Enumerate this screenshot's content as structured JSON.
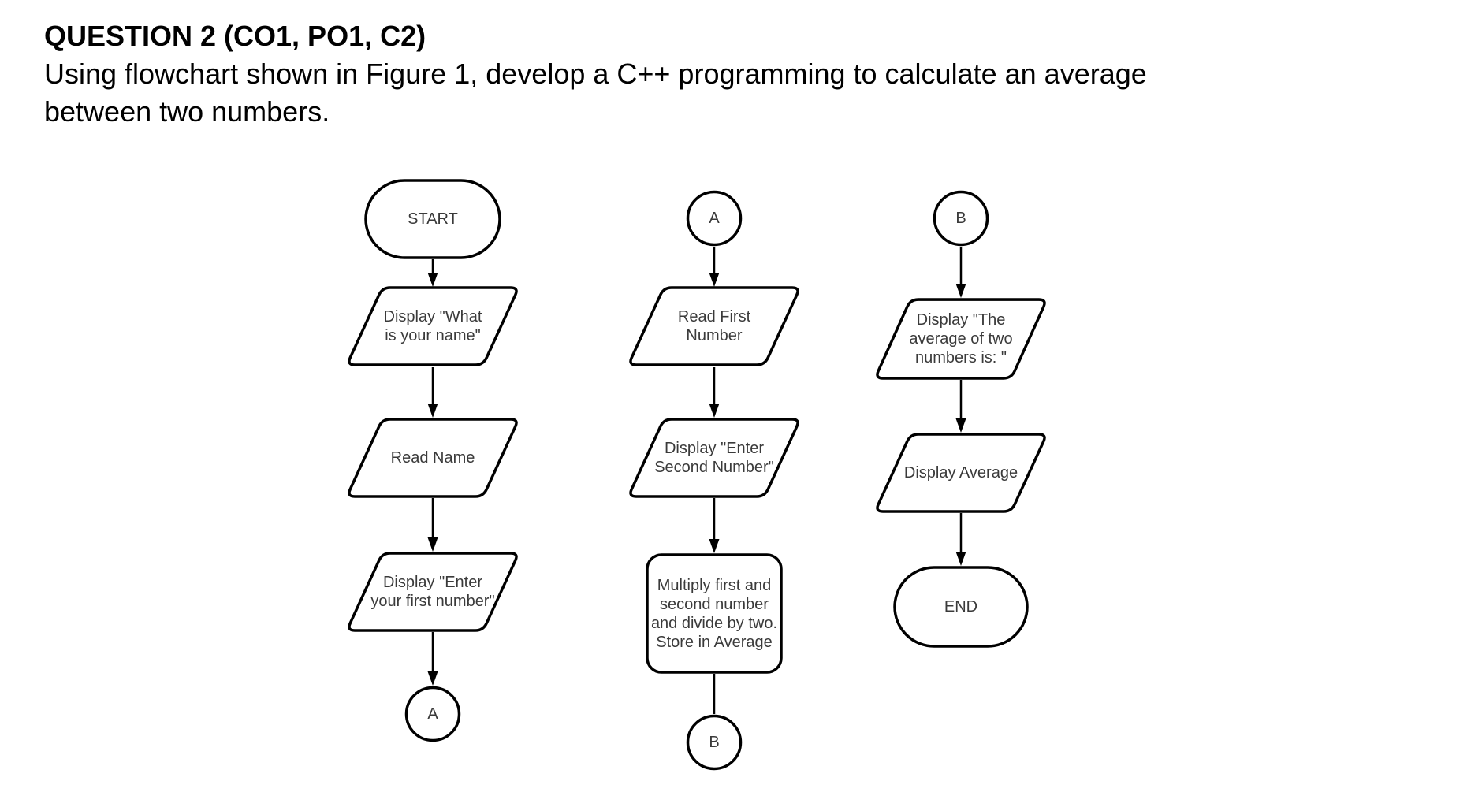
{
  "question": {
    "heading": "QUESTION 2 (CO1, PO1, C2)",
    "body": "Using flowchart shown in Figure 1, develop a C++ programming to calculate an average\nbetween two numbers."
  },
  "flowchart": {
    "col1": {
      "start": "START",
      "display_what_name": "Display \"What\nis your name\"",
      "read_name": "Read Name",
      "display_first_number": "Display \"Enter\nyour first number\"",
      "connector_a": "A"
    },
    "col2": {
      "connector_a": "A",
      "read_first_number": "Read First\nNumber",
      "display_second_number": "Display \"Enter\nSecond Number\"",
      "multiply_store": "Multiply first and\nsecond number\nand divide by two.\nStore in Average",
      "connector_b": "B"
    },
    "col3": {
      "connector_b": "B",
      "display_average_message": "Display \"The\naverage of two\nnumbers is: \"",
      "display_average": "Display Average",
      "end": "END"
    }
  },
  "colors": {
    "stroke": "#000000",
    "shape_fill": "#ffffff",
    "label_text": "#3a3a3a",
    "question_text": "#000000"
  }
}
